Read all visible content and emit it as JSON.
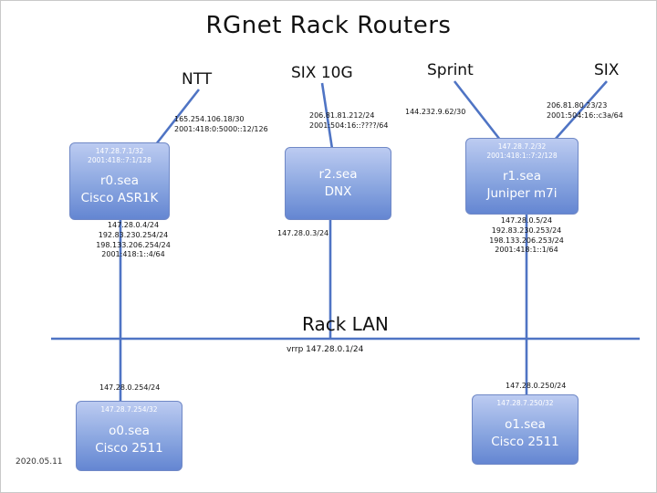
{
  "slide": {
    "title": "RGnet Rack Routers",
    "date": "2020.05.11"
  },
  "uplinks": {
    "ntt": {
      "label": "NTT",
      "addresses": "165.254.106.18/30\n2001:418:0:5000::12/126"
    },
    "six10g": {
      "label": "SIX 10G",
      "addresses": "206.81.81.212/24\n2001:504:16::????/64"
    },
    "sprint": {
      "label": "Sprint",
      "addresses": "144.232.9.62/30"
    },
    "six": {
      "label": "SIX",
      "addresses": "206.81.80.23/23\n2001:504:16::c3a/64"
    }
  },
  "routers": {
    "r0": {
      "loopback": "147.28.7.1/32\n2001:418::7:1/128",
      "name": "r0.sea\nCisco ASR1K",
      "lan_addresses": "147.28.0.4/24\n192.83.230.254/24\n198.133.206.254/24\n2001:418:1::4/64"
    },
    "r2": {
      "name": "r2.sea\nDNX",
      "lan_addresses": "147.28.0.3/24"
    },
    "r1": {
      "loopback": "147.28.7.2/32\n2001:418:1::7:2/128",
      "name": "r1.sea\nJuniper m7i",
      "lan_addresses": "147.28.0.5/24\n192.83.230.253/24\n198.133.206.253/24\n2001:418:1::1/64"
    },
    "o0": {
      "lan_address": "147.28.0.254/24",
      "loopback": "147.28.7.254/32",
      "name": "o0.sea\nCisco 2511"
    },
    "o1": {
      "lan_address": "147.28.0.250/24",
      "loopback": "147.28.7.250/32",
      "name": "o1.sea\nCisco 2511"
    }
  },
  "lan": {
    "label": "Rack LAN",
    "vrrp": "vrrp 147.28.0.1/24"
  },
  "colors": {
    "line": "#4f74c4",
    "box_top": "#bccbf1",
    "box_bottom": "#6486d2"
  }
}
